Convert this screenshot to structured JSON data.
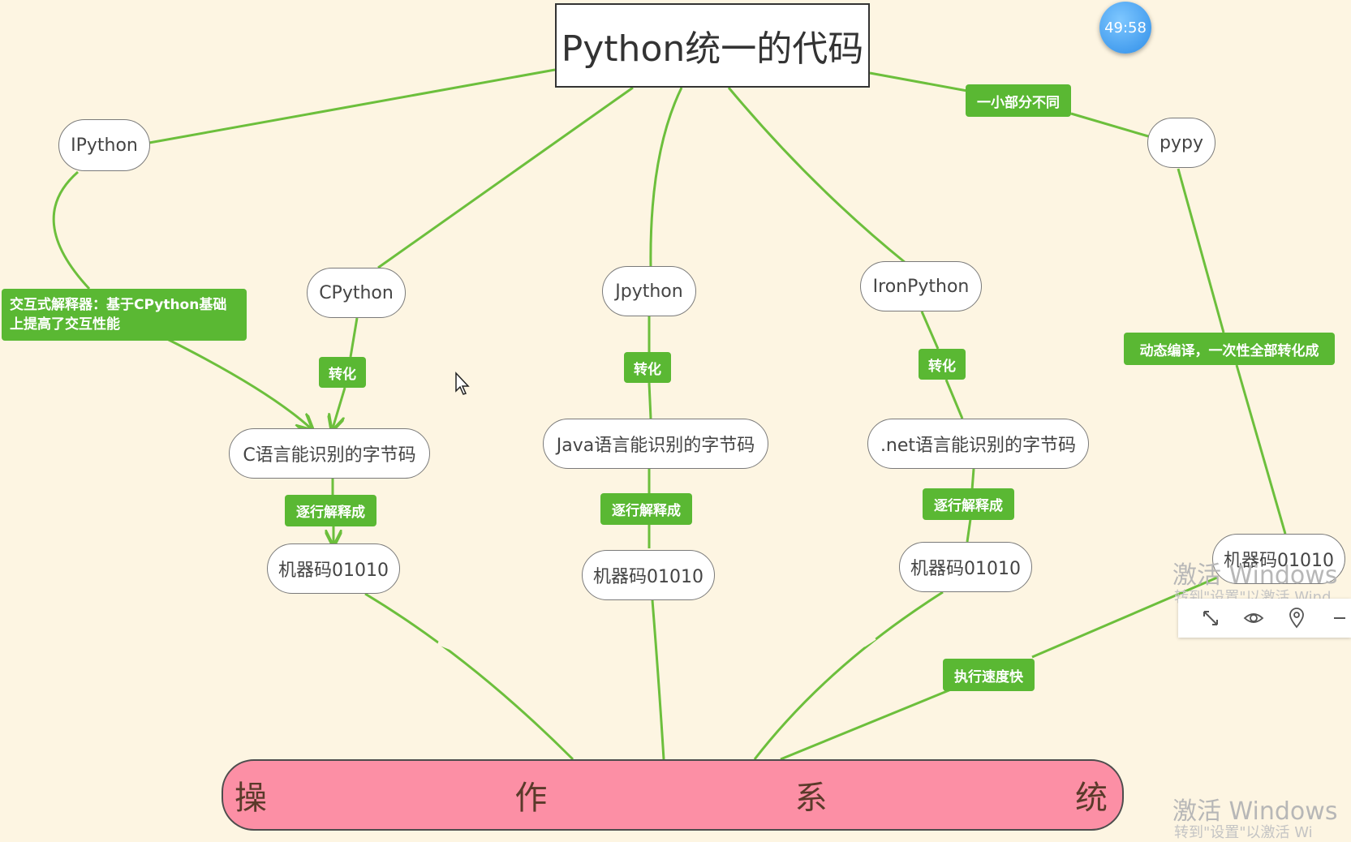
{
  "root": {
    "title": "Python统一的代码"
  },
  "timer": {
    "text": "49:58"
  },
  "implementations": {
    "ipython": "IPython",
    "cpython": "CPython",
    "jpython": "Jpython",
    "ironpython": "IronPython",
    "pypy": "pypy"
  },
  "bytecode": {
    "c": "C语言能识别的字节码",
    "java": "Java语言能识别的字节码",
    "net": ".net语言能识别的字节码"
  },
  "machine_code": {
    "c": "机器码01010",
    "java": "机器码01010",
    "net": "机器码01010",
    "pypy": "机器码01010"
  },
  "tags": {
    "ipython_desc_line1": "交互式解释器：基于CPython基础",
    "ipython_desc_line2": "上提高了交互性能",
    "small_diff": "一小部分不同",
    "convert_c": "转化",
    "convert_java": "转化",
    "convert_net": "转化",
    "interpret_c": "逐行解释成",
    "interpret_java": "逐行解释成",
    "interpret_net": "逐行解释成",
    "pypy_desc": "动态编译，一次性全部转化成",
    "fast": "执行速度快"
  },
  "os": {
    "chars": [
      "操",
      "作",
      "系",
      "统"
    ]
  },
  "watermark": {
    "title1": "激活 Windows",
    "sub1": "转到\"设置\"以激活 Wind",
    "title2": "激活 Windows",
    "sub2": "转到\"设置\"以激活 Wi"
  },
  "toolbar_icons": [
    "expand-icon",
    "eye-icon",
    "pin-icon",
    "minus-icon"
  ],
  "colors": {
    "background": "#fdf5e2",
    "edge": "#6cbf3c",
    "tag": "#5ab833",
    "os": "#fc8fa5",
    "timer": "#2f8ee8"
  }
}
